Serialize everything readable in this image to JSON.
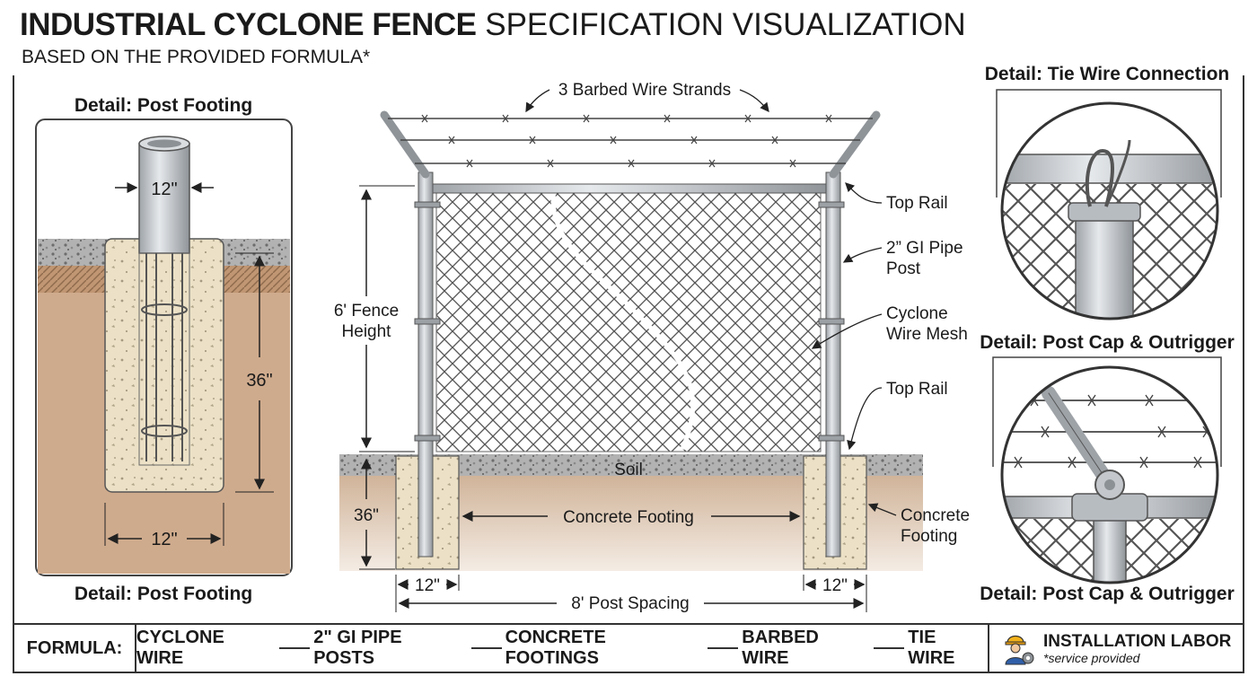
{
  "header": {
    "title_bold": "INDUSTRIAL CYCLONE FENCE",
    "title_light": "SPECIFICATION VISUALIZATION",
    "subtitle": "BASED ON THE PROVIDED FORMULA*"
  },
  "left_detail": {
    "title_top": "Detail: Post Footing",
    "title_bottom": "Detail: Post Footing",
    "pipe_diameter": "12\"",
    "depth": "36\"",
    "footing_width": "12\""
  },
  "main_fence": {
    "barbed_wire": "3 Barbed Wire Strands",
    "top_rail": "Top Rail",
    "pipe_post_line1": "2” GI Pipe",
    "pipe_post_line2": "Post",
    "mesh_line1": "Cyclone",
    "mesh_line2": "Wire Mesh",
    "top_rail_lower": "Top Rail",
    "height_line1": "6' Fence",
    "height_line2": "Height",
    "soil": "Soil",
    "depth": "36\"",
    "concrete_center": "Concrete Footing",
    "concrete_right_line1": "Concrete",
    "concrete_right_line2": "Footing",
    "footing_left": "12\"",
    "footing_right": "12\"",
    "post_spacing": "8' Post Spacing"
  },
  "right_details": {
    "tie_wire_title": "Detail: Tie Wire Connection",
    "post_cap_title": "Detail: Post Cap & Outrigger",
    "post_cap_title_bottom": "Detail: Post Cap & Outrigger"
  },
  "formula": {
    "label": "FORMULA:",
    "items": [
      "CYCLONE WIRE",
      "2\" GI PIPE POSTS",
      "CONCRETE FOOTINGS",
      "BARBED WIRE",
      "TIE WIRE"
    ],
    "labor_title": "INSTALLATION LABOR",
    "labor_sub": "*service provided"
  },
  "colors": {
    "soil": "#c9a88a",
    "concrete": "#ece1c6",
    "gravel": "#9a9a9a",
    "steel": "#c4c8cc",
    "outline": "#333333"
  }
}
